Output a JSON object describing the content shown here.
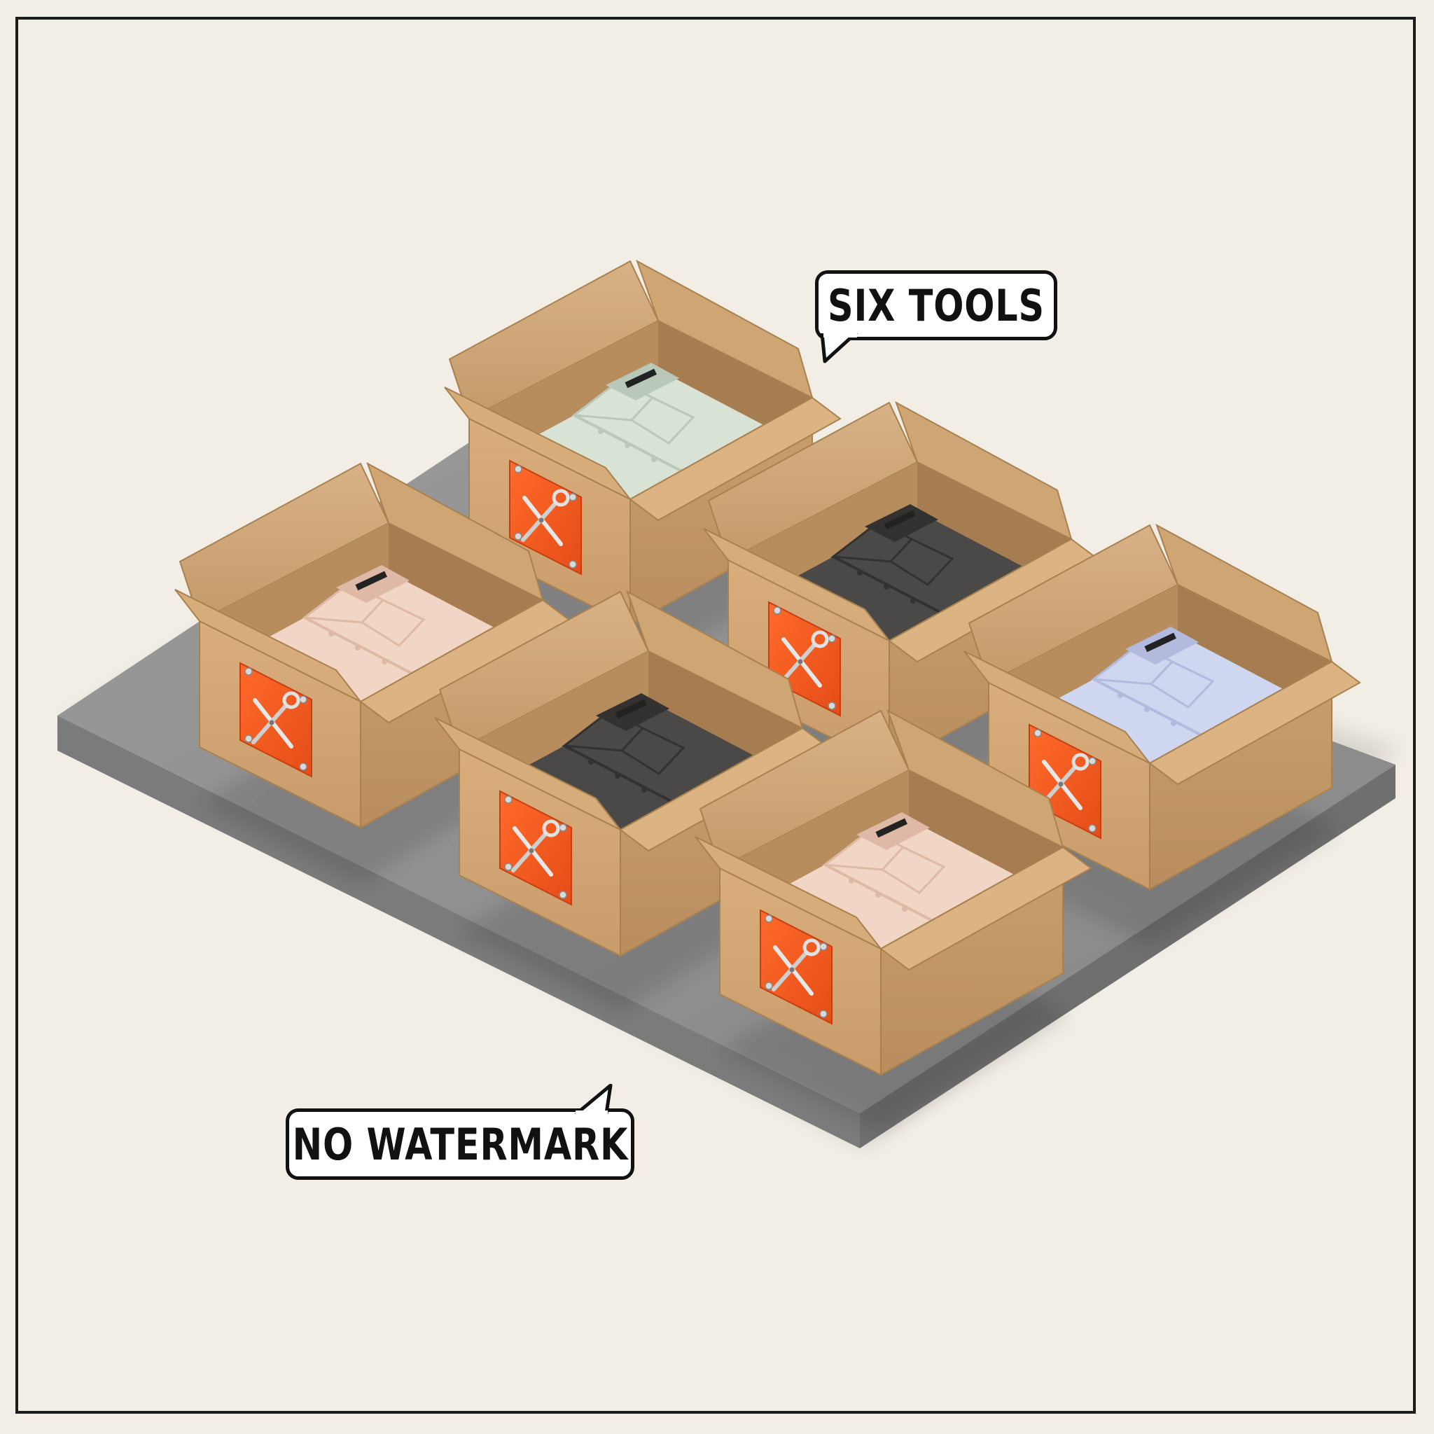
{
  "scene": {
    "background_color": "#f2eee5",
    "platform_color": "#8e8e8e",
    "badge_color": "#f05a22",
    "box_color": "#d4a978",
    "boxes": [
      {
        "id": "box-mint",
        "shirt_color": "#d8e3d5",
        "shirt_shadow": "#b9c8b8",
        "icon": "scissors-icon"
      },
      {
        "id": "box-peach-left",
        "shirt_color": "#f1d6c6",
        "shirt_shadow": "#ddb9a6",
        "icon": "scissors-icon"
      },
      {
        "id": "box-charcoal-back",
        "shirt_color": "#4a4947",
        "shirt_shadow": "#333231",
        "icon": "scissors-icon"
      },
      {
        "id": "box-charcoal-front",
        "shirt_color": "#4a4947",
        "shirt_shadow": "#333231",
        "icon": "scissors-icon"
      },
      {
        "id": "box-lavender",
        "shirt_color": "#cfd6ef",
        "shirt_shadow": "#b2bbde",
        "icon": "scissors-icon"
      },
      {
        "id": "box-peach-front",
        "shirt_color": "#f1d6c6",
        "shirt_shadow": "#ddb9a6",
        "icon": "scissors-icon"
      }
    ]
  },
  "callouts": {
    "top": "SIX TOOLS",
    "bottom": "NO WATERMARK"
  }
}
